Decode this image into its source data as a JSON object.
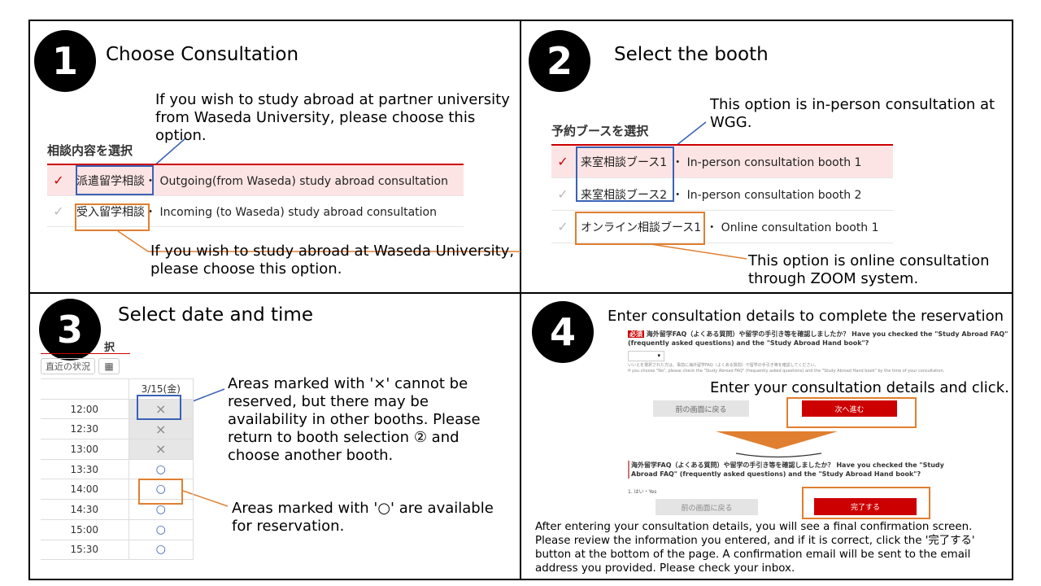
{
  "panel1": {
    "number": "1",
    "title": "Choose Consultation",
    "callout_top": "If you wish to study abroad at partner university from Waseda University, please choose this option.",
    "section_label": "相談内容を選択",
    "options": [
      {
        "jp": "派遣留学相談",
        "en": "・ Outgoing(from Waseda) study abroad consultation",
        "selected": true
      },
      {
        "jp": "受入留学相談",
        "en": "・ Incoming (to Waseda) study abroad consultation",
        "selected": false
      }
    ],
    "callout_bottom": "If you wish to study abroad at Waseda University, please choose this option."
  },
  "panel2": {
    "number": "2",
    "title": "Select the booth",
    "section_label": "予約ブースを選択",
    "callout_top": "This option is in-person consultation at WGG.",
    "options": [
      {
        "jp": "来室相談ブース1",
        "en": "・ In-person consultation booth 1",
        "selected": true
      },
      {
        "jp": "来室相談ブース2",
        "en": "・ In-person consultation booth 2",
        "selected": false
      },
      {
        "jp": "オンライン相談ブース1",
        "en": "・ Online consultation booth 1",
        "selected": false
      }
    ],
    "callout_bottom": "This option is online consultation through ZOOM system."
  },
  "panel3": {
    "number": "3",
    "title": "Select date and time",
    "section_label": "択",
    "recent_button": "直近の状況",
    "date_header": "3/15(金)",
    "slots": [
      {
        "time": "12:00",
        "mark": "×"
      },
      {
        "time": "12:30",
        "mark": "×"
      },
      {
        "time": "13:00",
        "mark": "×"
      },
      {
        "time": "13:30",
        "mark": "○"
      },
      {
        "time": "14:00",
        "mark": "○"
      },
      {
        "time": "14:30",
        "mark": "○"
      },
      {
        "time": "15:00",
        "mark": "○"
      },
      {
        "time": "15:30",
        "mark": "○"
      }
    ],
    "callout_x": "Areas marked with '×' cannot be reserved, but there may be availability in other booths. Please return to booth selection ② and choose another booth.",
    "callout_o": "Areas marked with '○' are available for reservation."
  },
  "panel4": {
    "number": "4",
    "title": "Enter consultation details to complete the reservation",
    "required_badge": "必須",
    "question_jp": "海外留学FAQ（よくある質問）や留学の手引き等を確認しましたか？",
    "question_en": "Have you checked the \"Study Abroad FAQ\" (frequently asked questions) and the \"Study Abroad Hand book\"?",
    "note_jp": "いいえを選択された方は、事前に海外留学FAQ（よくある質問）や留学の手引き等を確認してください。",
    "note_en": "If you choose \"No\", please check the \"Study Abroad FAQ\" (frequently asked questions) and the \"Study Abroad Hand book\" by the time of your consultation.",
    "overlay": "Enter your consultation details and click.",
    "back_button": "前の画面に戻る",
    "next_button": "次へ進む",
    "answer": "1. はい・Yes",
    "complete_button": "完了する",
    "instructions": "After entering your consultation details, you will see a final confirmation screen. Please review the information you entered, and if it is correct, click the '完了する' button at the bottom of the page. A confirmation email will be sent to the email address you provided. Please check your inbox."
  },
  "colors": {
    "accent_red": "#cc0000",
    "blue_box": "#3a62b4",
    "orange_box": "#e07f30"
  }
}
